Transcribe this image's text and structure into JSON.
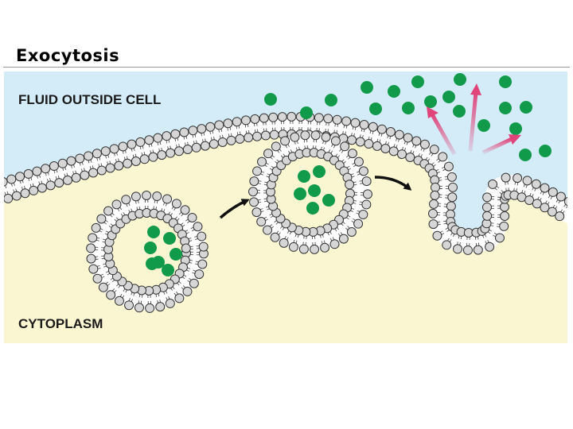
{
  "title": "Exocytosis",
  "labels": {
    "outside": "FLUID OUTSIDE CELL",
    "inside": "CYTOPLASM"
  },
  "colors": {
    "fluid": "#d4ecf8",
    "cytoplasm": "#fbf6d2",
    "molecule": "#119a4a",
    "arrow_release": "#e0447a",
    "lipid_head": "#d6d6d6",
    "lipid_outline": "#333333"
  },
  "icons": [
    "arrow-icon",
    "release-arrow-icon"
  ]
}
